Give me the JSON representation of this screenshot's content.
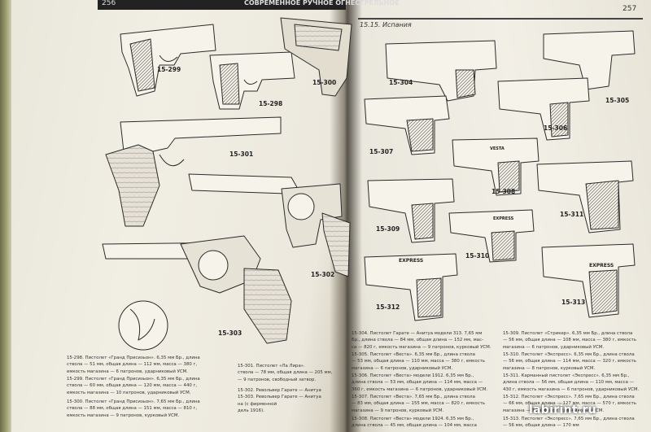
{
  "left_page": {
    "page_number": "256",
    "running_head": "СОВРЕМЕННОЕ РУЧНОЕ ОГНЕСТРЕЛЬНОЕ",
    "figures": [
      "15-299",
      "15-298",
      "15-300",
      "15-301",
      "15-302",
      "15-303"
    ],
    "captions": [
      {
        "lines": [
          "15-298. Пистолет «Гранд Присизьон». 6,35 мм Бр., длина",
          "ствола — 51 мм, общая длина — 112 мм, масса — 380 г,",
          "емкость магазина — 6 патронов, ударниковый УСМ."
        ]
      },
      {
        "lines": [
          "15-299. Пистолет «Гранд Присизьон». 6,35 мм Бр., длина",
          "ствола — 60 мм, общая длина — 120 мм, масса — 440 г,",
          "емкость магазина — 10 патронов, ударниковый УСМ."
        ]
      },
      {
        "lines": [
          "15-300. Пистолет «Гранд Присизьон». 7,65 мм Бр., длина",
          "ствола — 88 мм, общая длина — 151 мм, масса — 810 г,",
          "емкость магазина — 9 патронов, курковый УСМ."
        ]
      },
      {
        "lines": [
          "15-301. Пистолет «Ла Лира».",
          "ствола — 78 мм, общая длина — 205 мм,",
          "— 9 патронов, свободный затвор."
        ]
      },
      {
        "lines": [
          "15-302. Револьвер Гарате — Анитуа",
          "15-303. Револьвер Гарате — Анитуа",
          "на (с фирменной",
          "дель 1916)."
        ]
      }
    ]
  },
  "right_page": {
    "page_number": "257",
    "running_head": "15.15. Испания",
    "figures": [
      "15-304",
      "15-305",
      "15-306",
      "15-307",
      "15-308",
      "15-309",
      "15-311",
      "15-310",
      "15-312",
      "15-313"
    ],
    "engraving_express": "EXPRESS",
    "engraving_vesta": "VESTA",
    "captions_left": [
      {
        "lines": [
          "15-304. Пистолет Гарате — Анитуа модели 313. 7,65 мм",
          "Бр., длина ствола — 84 мм, общая длина — 152 мм, мас-",
          "са — 820 г, емкость магазина — 9 патронов, курковый УСМ."
        ]
      },
      {
        "lines": [
          "15-305. Пистолет «Веста». 6,35 мм Бр., длина ствола",
          "— 53 мм, общая длина — 110 мм, масса — 380 г, емкость",
          "магазина — 6 патронов, ударниковый УСМ."
        ]
      },
      {
        "lines": [
          "15-306. Пистолет «Веста» модели 1912. 6,35 мм Бр.,",
          "длина ствола — 53 мм, общая длина — 114 мм, масса —",
          "360 г, емкость магазина — 6 патронов, ударниковый УСМ."
        ]
      },
      {
        "lines": [
          "15-307. Пистолет «Веста». 7,65 мм Бр., длина ствола",
          "— 83 мм, общая длина — 155 мм, масса — 820 г, емкость",
          "магазина — 9 патронов, курковый УСМ."
        ]
      },
      {
        "lines": [
          "15-308. Пистолет «Веста» модели 1924. 6,35 мм Бр.,",
          "длина ствола — 45 мм, общая длина — 104 мм, масса"
        ]
      }
    ],
    "captions_right": [
      {
        "lines": [
          "15-309. Пистолет «Стрикер». 6,35 мм Бр., длина ствола",
          "— 56 мм, общая длина — 108 мм, масса — 380 г, емкость",
          "магазина — 6 патронов, ударниковый УСМ."
        ]
      },
      {
        "lines": [
          "15-310. Пистолет «Экспресс». 6,35 мм Бр., длина ствола",
          "— 56 мм, общая длина — 114 мм, масса — 320 г, емкость",
          "магазина — 8 патронов, курковый УСМ."
        ]
      },
      {
        "lines": [
          "15-311. Карманный пистолет «Экспресс». 6,35 мм Бр.,",
          "длина ствола — 56 мм, общая длина — 110 мм, масса —",
          "430 г, емкость магазина — 6 патронов, ударниковый УСМ."
        ]
      },
      {
        "lines": [
          "15-312. Пистолет «Экспресс». 7,65 мм Бр., длина ствола",
          "— 66 мм, общая длина — 127 мм, масса — 570 г, емкость",
          "магазина — 7 патронов, ударниковый УСМ."
        ]
      },
      {
        "lines": [
          "15-313. Пистолет «Экспресс». 7,65 мм Бр., длина ствола",
          "— 56 мм, общая длина — 170 мм"
        ]
      }
    ]
  },
  "watermark": "labirint.ru",
  "colors": {
    "paper": "#efece2",
    "ink": "#2b2b2b",
    "background": "#1c1a16"
  }
}
